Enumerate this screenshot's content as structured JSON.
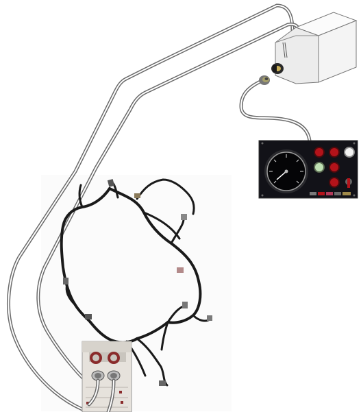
{
  "diagram": {
    "components": [
      {
        "id": "control-module",
        "icon": "ecu-box-icon"
      },
      {
        "id": "pigtail-connector",
        "icon": "round-connector-icon"
      },
      {
        "id": "instrument-panel",
        "icon": "gauge-panel-icon"
      },
      {
        "id": "wiring-harness",
        "icon": "engine-harness-icon"
      },
      {
        "id": "engine-block",
        "icon": "engine-block-icon"
      }
    ],
    "colors": {
      "cable": "#7a7a7a",
      "harness": "#1a1a1a",
      "panel": "#121218",
      "indicator_red": "#b3131a",
      "indicator_green": "#bfe0b3",
      "box": "#f7f7f7"
    }
  }
}
